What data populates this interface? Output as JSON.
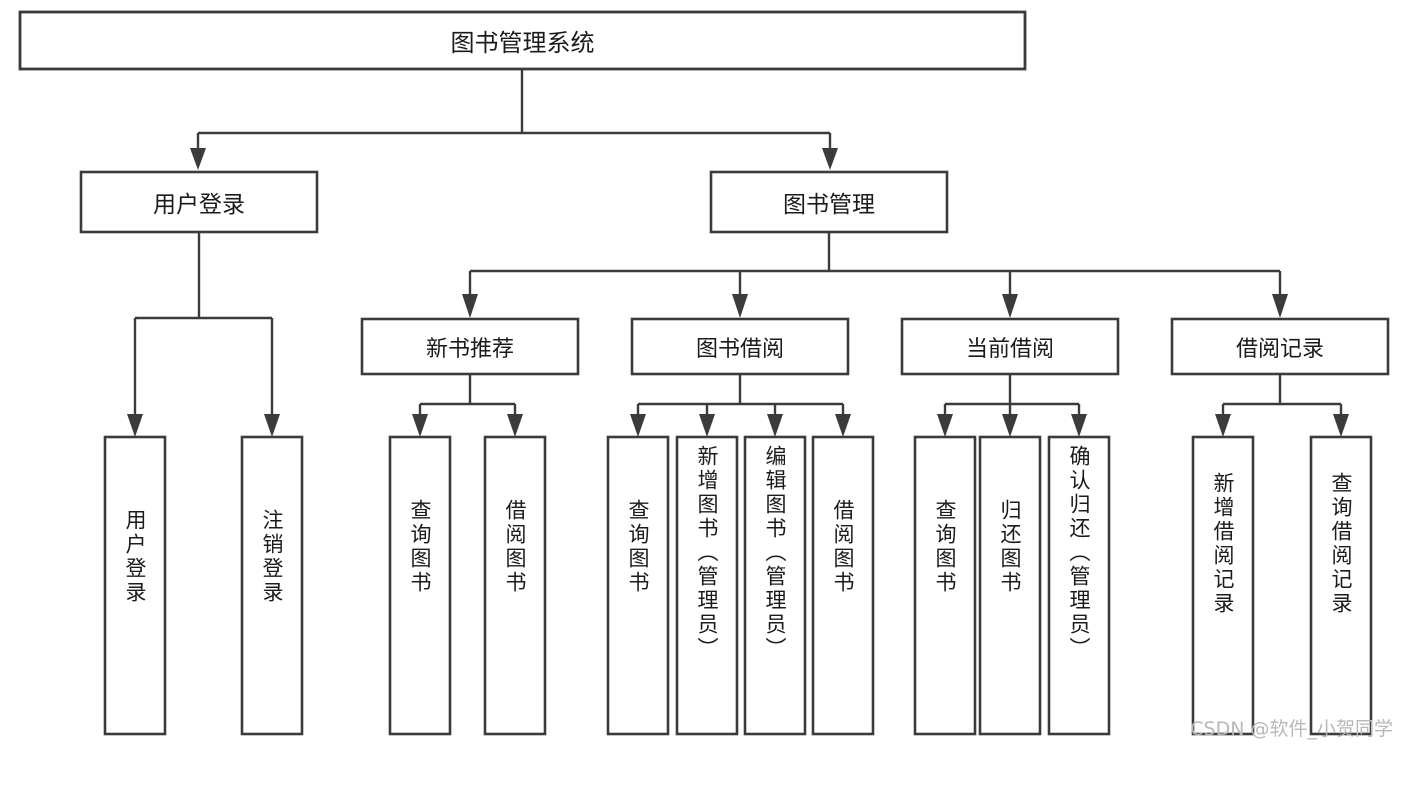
{
  "diagram": {
    "type": "tree-hierarchy",
    "title_node": {
      "label": "图书管理系统"
    },
    "level2": [
      {
        "label": "用户登录"
      },
      {
        "label": "图书管理"
      }
    ],
    "level3": [
      {
        "label": "新书推荐",
        "parent": "图书管理"
      },
      {
        "label": "图书借阅",
        "parent": "图书管理"
      },
      {
        "label": "当前借阅",
        "parent": "图书管理"
      },
      {
        "label": "借阅记录",
        "parent": "图书管理"
      }
    ],
    "leaves": {
      "user_login": [
        {
          "label": "用户登录"
        },
        {
          "label": "注销登录"
        }
      ],
      "new_book_recommend": [
        {
          "label": "查询图书"
        },
        {
          "label": "借阅图书"
        }
      ],
      "book_borrow": [
        {
          "label": "查询图书"
        },
        {
          "label": "新增图书（管理员）"
        },
        {
          "label": "编辑图书（管理员）"
        },
        {
          "label": "借阅图书"
        }
      ],
      "current_borrow": [
        {
          "label": "查询图书"
        },
        {
          "label": "归还图书"
        },
        {
          "label": "确认归还（管理员）"
        }
      ],
      "borrow_record": [
        {
          "label": "新增借阅记录"
        },
        {
          "label": "查询借阅记录"
        }
      ]
    }
  },
  "watermark": {
    "text": "CSDN @软件_小贺同学"
  },
  "colors": {
    "box_stroke": "#3b3b3b",
    "box_fill": "#ffffff",
    "text": "#1b1b1b",
    "background": "#ffffff",
    "watermark": "#b8b8b8"
  }
}
